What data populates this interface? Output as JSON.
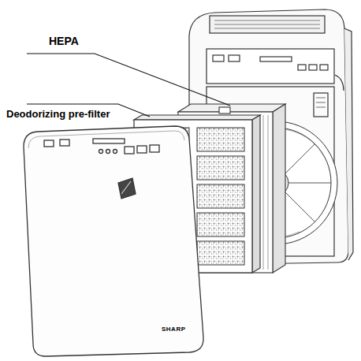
{
  "diagram": {
    "labels": [
      "HEPA",
      "Deodorizing pre-filter",
      "SHARP"
    ]
  }
}
